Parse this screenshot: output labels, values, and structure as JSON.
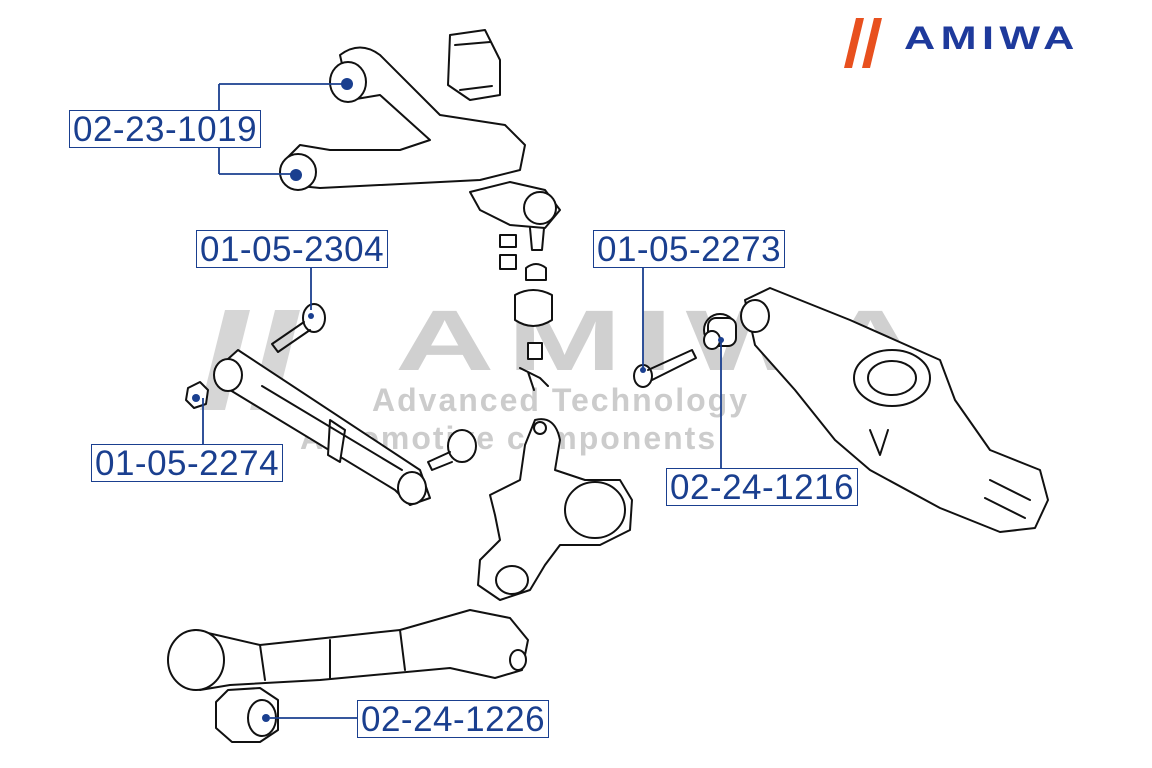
{
  "brand": {
    "name": "AMIWA",
    "slashes": "//",
    "slash_color": "#e8501e",
    "text_color": "#1e3a9c"
  },
  "watermark": {
    "name": "AMIWA",
    "line1": "Advanced Technology",
    "line2": "Automotive components",
    "color": "#cfcfcf"
  },
  "labels": {
    "upper_arm_bushing": "02-23-1019",
    "bolt_upper_left": "01-05-2304",
    "bolt_upper_right": "01-05-2273",
    "nut_left": "01-05-2274",
    "lower_arm_bushing": "02-24-1216",
    "trailing_arm_bushing": "02-24-1226"
  },
  "colors": {
    "label_text": "#1a3f8f",
    "leader_line": "#1a3f8f",
    "line_art": "#111111"
  }
}
